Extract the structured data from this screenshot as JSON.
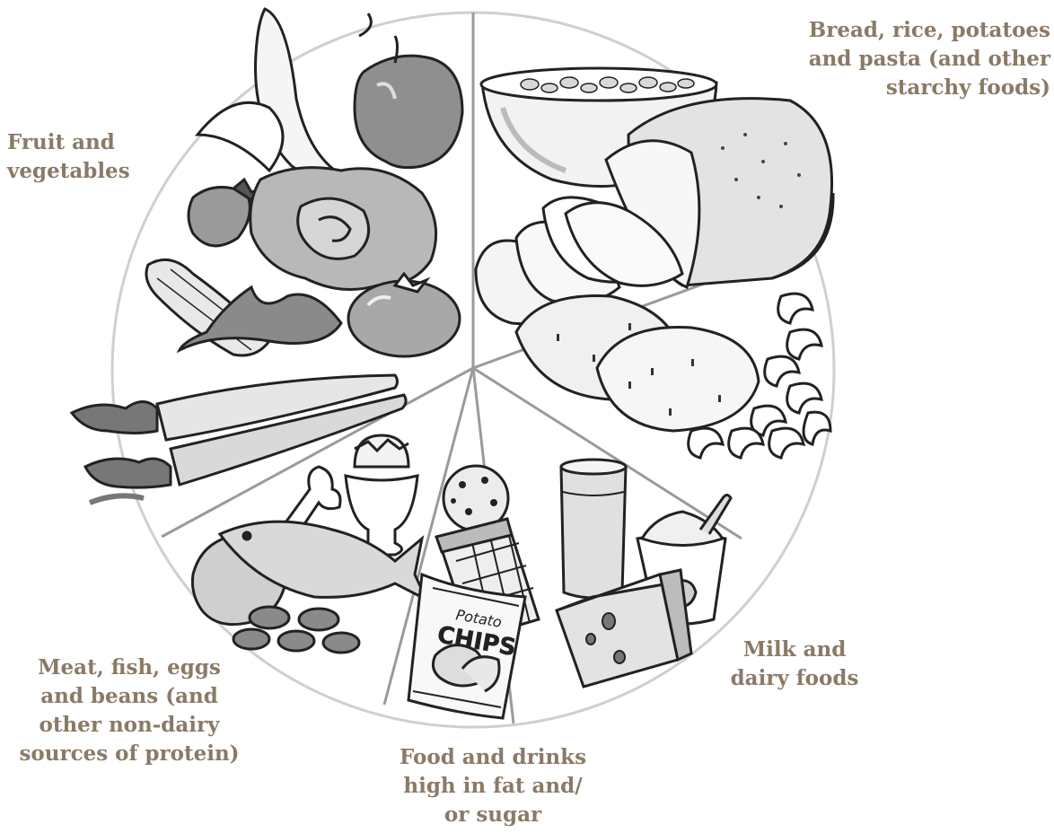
{
  "labels": {
    "starchy": "Bread, rice, potatoes\nand pasta (and other\nstarchy foods)",
    "fruit_veg": "Fruit and\nvegetables",
    "milk_dairy": "Milk and\ndairy foods",
    "fat_sugar": "Food and drinks\nhigh in fat and/\nor sugar",
    "protein": "Meat, fish, eggs\nand beans (and\nother non-dairy\nsources of protein)"
  },
  "food_packaging": {
    "chips_bag_top": "Potato",
    "chips_bag_main": "CHIPS"
  },
  "colors": {
    "label_text": "#8a7a66",
    "plate_rim": "#cfcfcf",
    "line": "#222222"
  }
}
